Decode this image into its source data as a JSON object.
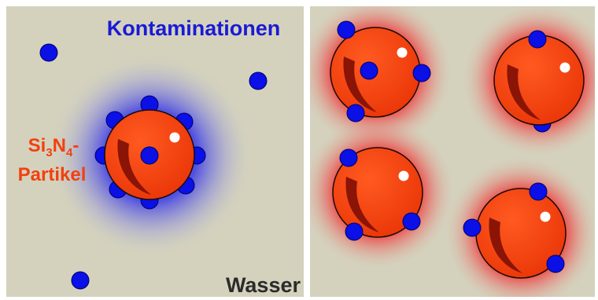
{
  "labels": {
    "contamination": "Kontaminationen",
    "particle_line1_prefix": "Si",
    "particle_sub1": "3",
    "particle_mid": "N",
    "particle_sub2": "4",
    "particle_suffix": "-",
    "particle_line2": "Partikel",
    "water": "Wasser"
  },
  "colors": {
    "background": "#d4d2bd",
    "contamination": "#0a10e6",
    "contamination_label": "#1a1ad6",
    "particle_fill": "#f2410e",
    "particle_outline": "#1a0a05",
    "particle_shadow": "#8a1405",
    "particle_highlight": "#ffffff",
    "particle_label": "#f2410e",
    "water_label": "#2b2b2b",
    "blue_halo": "#2020e8",
    "red_halo": "#ee2a2a",
    "divider": "#ffffff"
  }
}
